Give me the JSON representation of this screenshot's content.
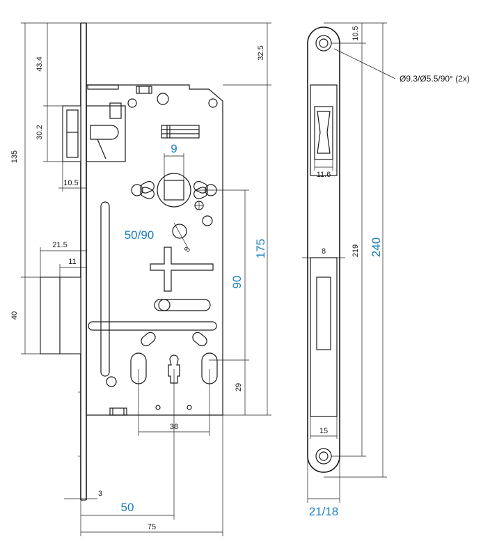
{
  "accent_color": "#1a7fc1",
  "line_color": "#1a1a1a",
  "dims": {
    "d135": "135",
    "d43_4": "43.4",
    "d30_2": "30.2",
    "d10_5_left": "10.5",
    "d21_5": "21.5",
    "d11": "11",
    "d40": "40",
    "d32_5": "32.5",
    "d9": "9",
    "d8_small": "8",
    "d50_90": "50/90",
    "d175": "175",
    "d90": "90",
    "d29": "29",
    "d38": "38",
    "d3": "3",
    "d50": "50",
    "d75": "75",
    "d10_5_plate": "10.5",
    "d11_6": "11.6",
    "d8_plate": "8",
    "d219": "219",
    "d240": "240",
    "d15": "15",
    "d21_18": "21/18"
  },
  "annotation": {
    "screw_hole": "Ø9.3/Ø5.5/90° (2x)"
  }
}
